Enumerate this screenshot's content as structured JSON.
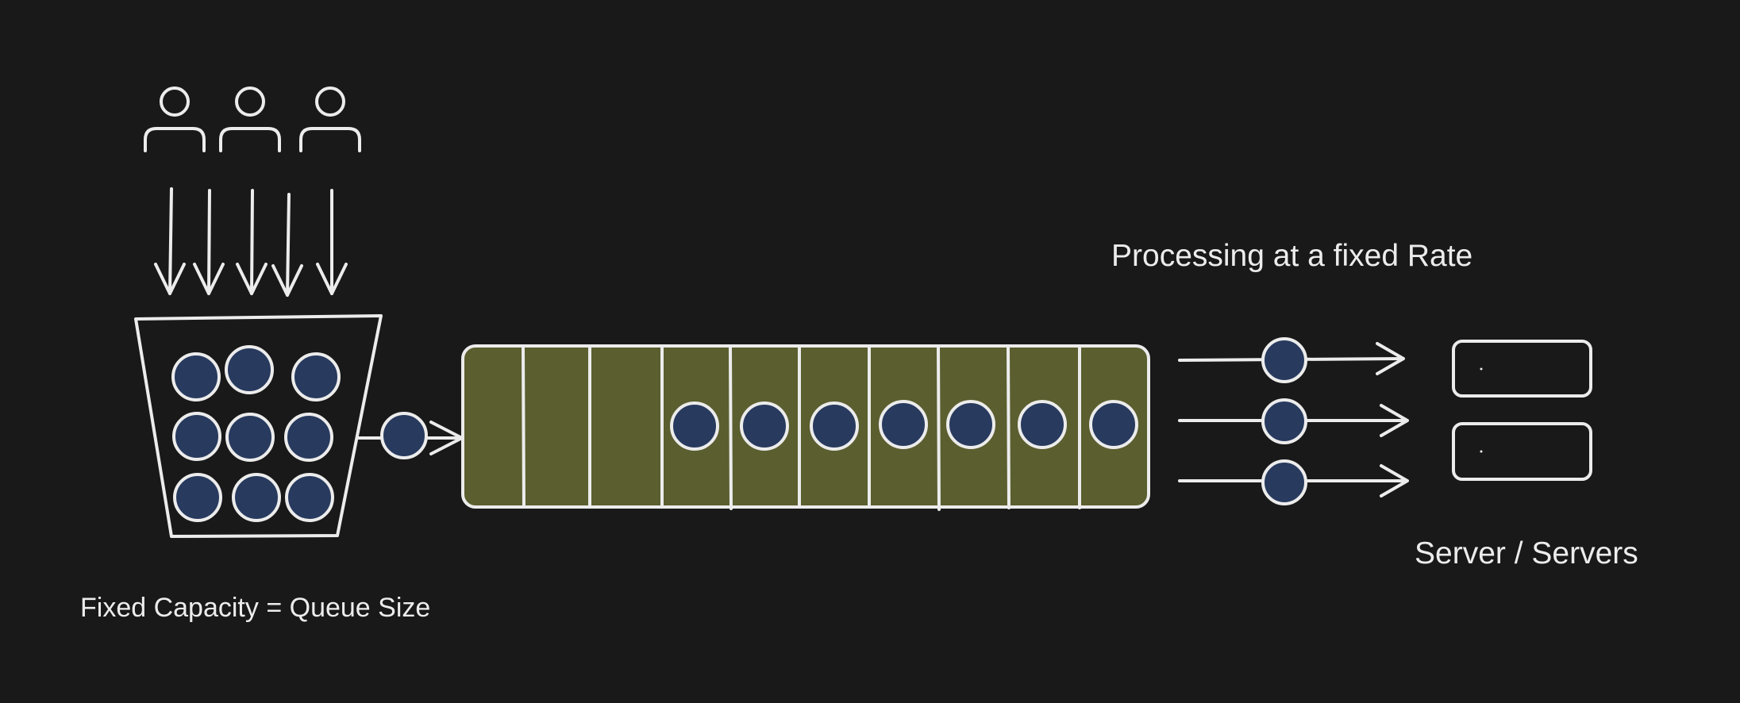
{
  "labels": {
    "capacity": "Fixed Capacity = Queue Size",
    "processing": "Processing at a fixed Rate",
    "servers": "Server / Servers"
  },
  "diagram": {
    "users": 3,
    "incoming_arrows": 5,
    "bucket_requests": 9,
    "queue_slots": 10,
    "queued_requests": 7,
    "output_streams": 3,
    "servers": 2
  },
  "colors": {
    "background": "#191919",
    "stroke": "#ececec",
    "queue_fill": "#5b5e2f",
    "request_fill": "#283a5e"
  }
}
